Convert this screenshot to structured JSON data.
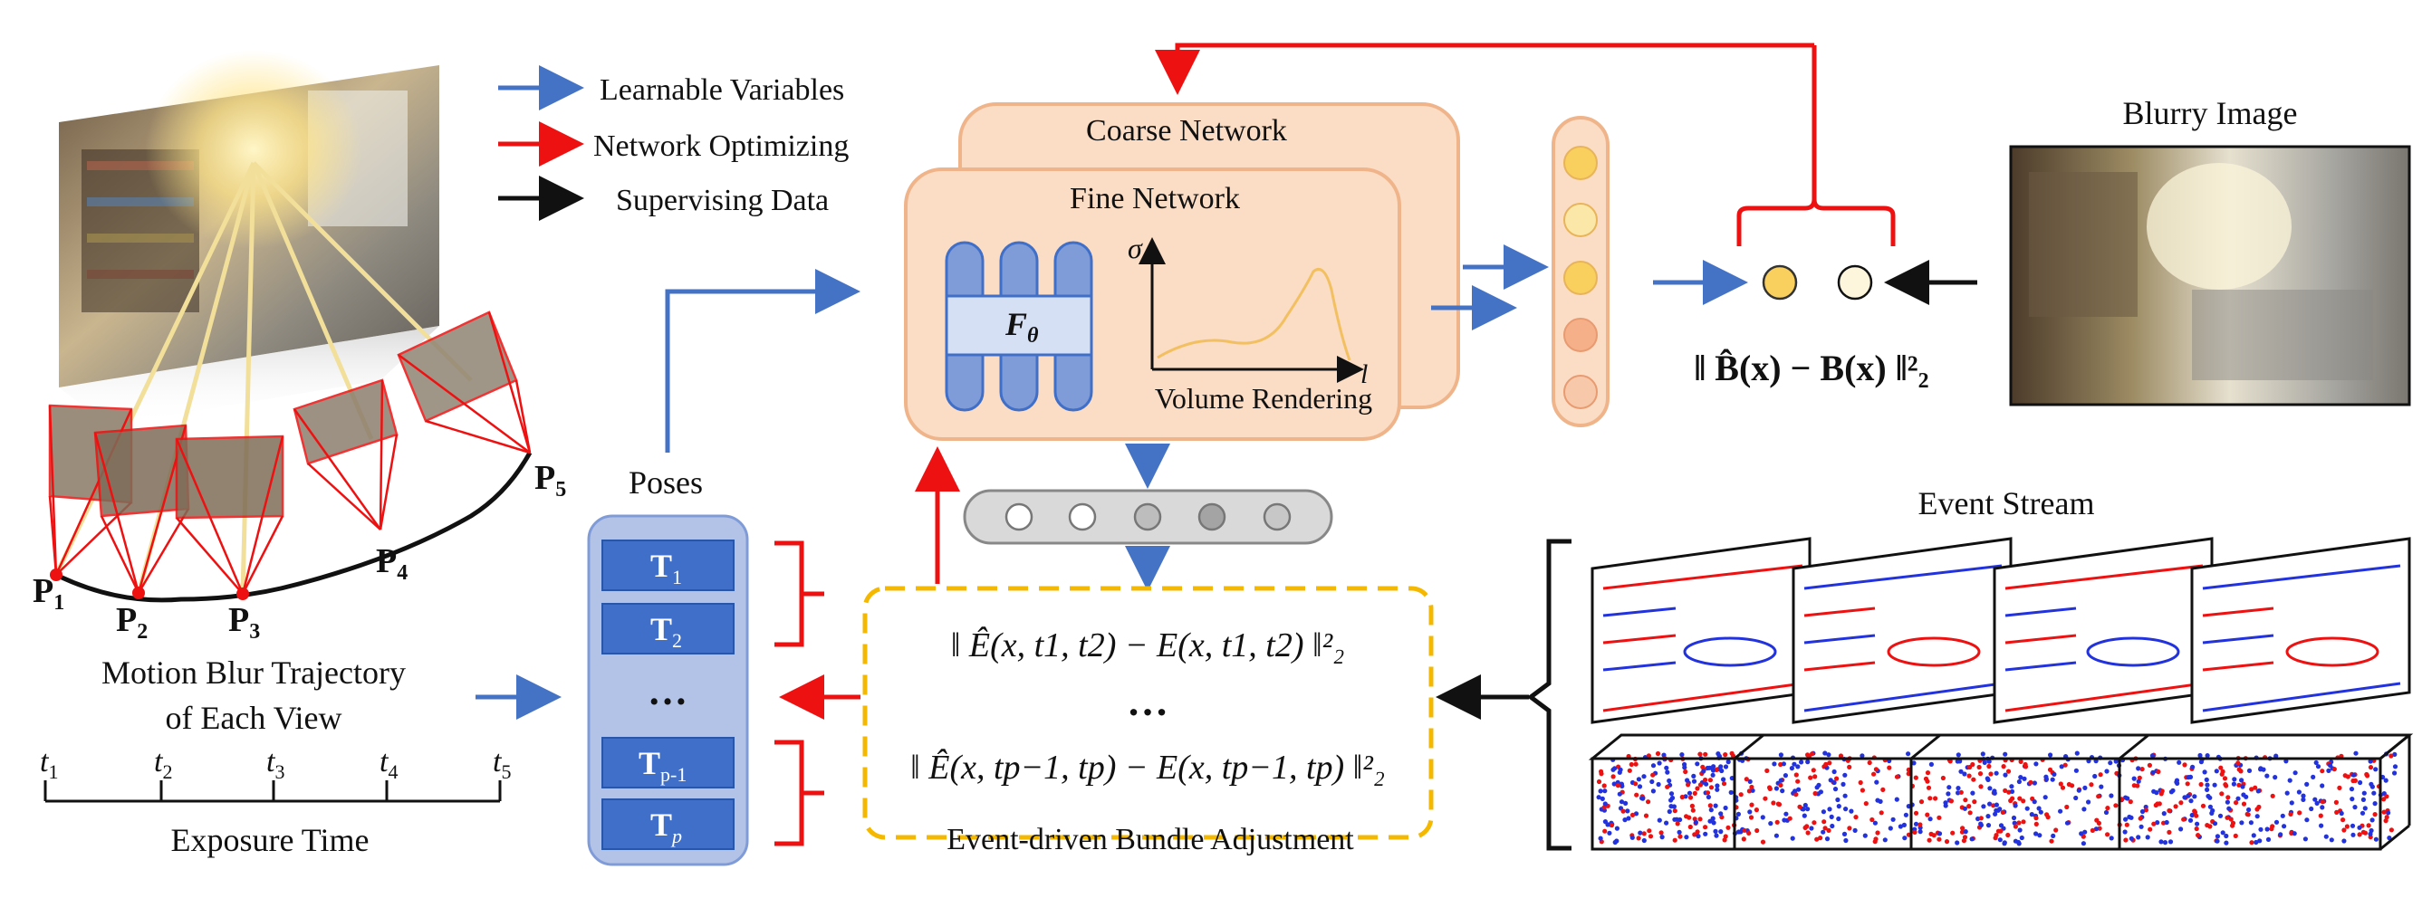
{
  "legend": {
    "learnable": "Learnable Variables",
    "network": "Network Optimizing",
    "supervising": "Supervising Data"
  },
  "colors": {
    "blue_arrow": "#4472c4",
    "red_arrow": "#ee1111",
    "black_arrow": "#111111",
    "network_fill": "#fbdcc4",
    "network_border": "#f0b48a",
    "pose_fill": "#b3c3e8",
    "pose_block": "#3f6fc8",
    "ba_border": "#f5b800",
    "circle_yellow": "#f9cf5d",
    "circle_orange": "#f5b08a"
  },
  "networks": {
    "coarse": "Coarse Network",
    "fine": "Fine Network",
    "f_theta": "F",
    "f_theta_sub": "θ",
    "sigma": "σ",
    "l_axis": "l",
    "volume_rendering": "Volume Rendering"
  },
  "trajectory": {
    "title_line1": "Motion Blur Trajectory",
    "title_line2": "of  Each View",
    "points": [
      "P",
      "P",
      "P",
      "P",
      "P"
    ],
    "point_subs": [
      "1",
      "2",
      "3",
      "4",
      "5"
    ]
  },
  "exposure": {
    "label": "Exposure Time",
    "ticks": [
      "t",
      "t",
      "t",
      "t",
      "t"
    ],
    "tick_subs": [
      "1",
      "2",
      "3",
      "4",
      "5"
    ]
  },
  "poses": {
    "title": "Poses",
    "items": [
      "T",
      "T",
      "…",
      "T",
      "T"
    ],
    "subs": [
      "1",
      "2",
      "",
      "p-1",
      "p"
    ]
  },
  "bundle_adjustment": {
    "label": "Event-driven Bundle Adjustment",
    "eq1": "‖ Ê(x, t1, t2) − E(x, t1, t2) ‖²₂",
    "dots": "…",
    "eq2": "‖ Ê(x, tp−1, tp) − E(x, tp−1, tp) ‖²₂"
  },
  "blurry": {
    "title": "Blurry Image",
    "loss": "‖ B̂(x) − B(x) ‖²₂"
  },
  "events": {
    "title": "Event Stream"
  }
}
